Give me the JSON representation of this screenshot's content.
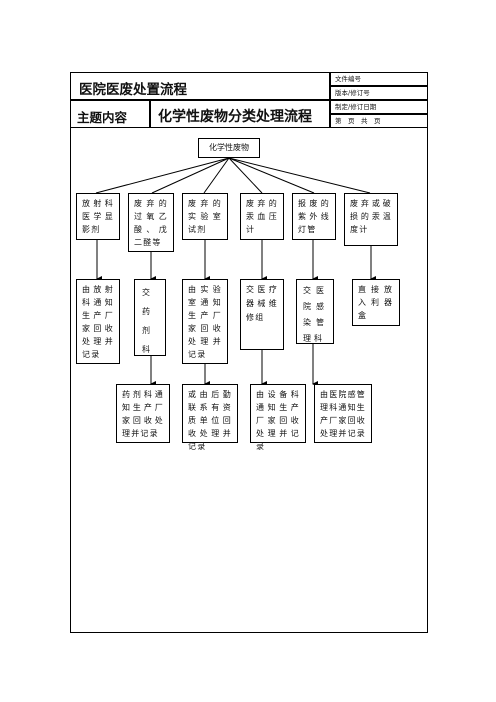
{
  "header": {
    "title": "医院医废处置流程",
    "topic_label": "主题内容",
    "topic_value": "化学性废物分类处理流程",
    "meta": {
      "doc_no": "文件编号",
      "version": "版本/修订号",
      "date": "制定/修订日期",
      "page": "第　页　共　页"
    }
  },
  "flow": {
    "root": "化学性废物",
    "categories": [
      "放射科医学显影剂",
      "废弃的过氧乙酸、戊二醛等",
      "废弃的实验室试剂",
      "废弃的汞血压计",
      "报废的紫外线灯管",
      "废弃或破损的汞温度计"
    ],
    "handlers": [
      "由放射科通知生产厂家回收处理并记录",
      "交药剂科",
      "由实验室通知生产厂家回收处理并记录",
      "交医疗器械维修组",
      "交医院感染管理科",
      "直接放入利器盒"
    ],
    "outcomes": [
      "药剂科通知生产厂家回收处理并记录",
      "或由后勤联系有资质单位回收处理并记录",
      "由设备科通知生产厂家回收处理并记录",
      "由医院感管理科通知生产厂家回收处理并记录"
    ]
  }
}
